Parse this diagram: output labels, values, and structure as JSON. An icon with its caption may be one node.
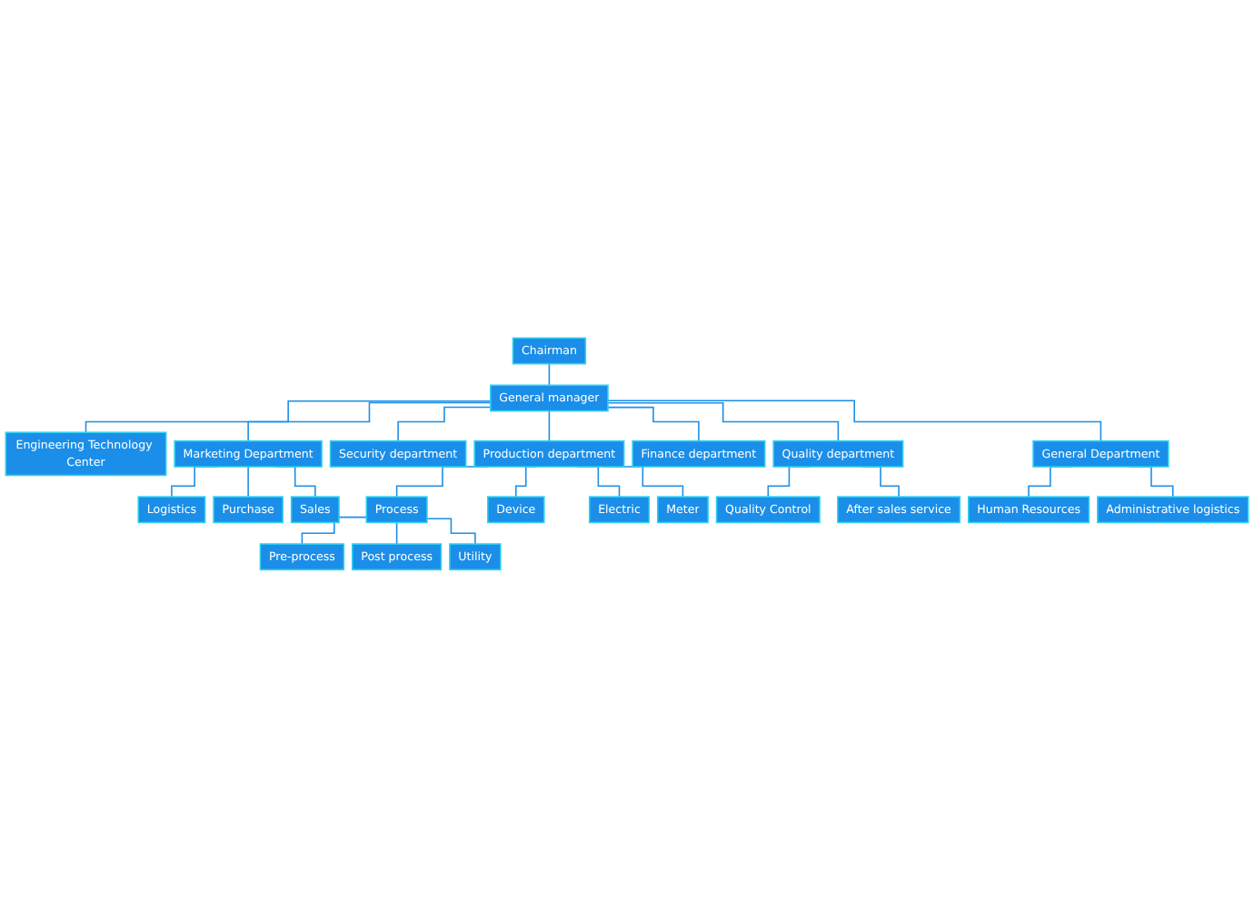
{
  "diagram": {
    "nodes": [
      {
        "text": [
          "Chairman"
        ]
      },
      {
        "text": [
          "General manager"
        ]
      },
      {
        "text": [
          "Engineering Technology Center"
        ]
      },
      {
        "text": [
          "Marketing Department"
        ]
      },
      {
        "text": [
          "Security department"
        ]
      },
      {
        "text": [
          "Production department"
        ]
      },
      {
        "text": [
          "Finance department"
        ]
      },
      {
        "text": [
          "Quality department"
        ]
      },
      {
        "text": [
          "General Department"
        ]
      },
      {
        "text": [
          "Logistics"
        ]
      },
      {
        "text": [
          "Purchase"
        ]
      },
      {
        "text": [
          "Sales"
        ]
      },
      {
        "text": [
          "Process"
        ]
      },
      {
        "text": [
          "Device"
        ]
      },
      {
        "text": [
          "Electric"
        ]
      },
      {
        "text": [
          "Meter"
        ]
      },
      {
        "text": [
          "Pre-process"
        ]
      },
      {
        "text": [
          "Post process"
        ]
      },
      {
        "text": [
          "Utility"
        ]
      },
      {
        "text": [
          "Quality Control"
        ]
      },
      {
        "text": [
          "After sales service"
        ]
      },
      {
        "text": [
          "Human Resources"
        ]
      },
      {
        "text": [
          "Administrative logistics"
        ]
      }
    ],
    "edges": [
      {
        "from": 0,
        "to": 1,
        "arrow": "none"
      },
      {
        "from": 1,
        "to": 2,
        "arrow": "none"
      },
      {
        "from": 1,
        "to": 3,
        "arrow": "none"
      },
      {
        "from": 1,
        "to": 4,
        "arrow": "none"
      },
      {
        "from": 1,
        "to": 5,
        "arrow": "none"
      },
      {
        "from": 1,
        "to": 6,
        "arrow": "none"
      },
      {
        "from": 1,
        "to": 7,
        "arrow": "none"
      },
      {
        "from": 1,
        "to": 8,
        "arrow": "none"
      },
      {
        "from": 3,
        "to": 9,
        "arrow": "none"
      },
      {
        "from": 3,
        "to": 10,
        "arrow": "none"
      },
      {
        "from": 3,
        "to": 11,
        "arrow": "none"
      },
      {
        "from": 5,
        "to": 12,
        "arrow": "none"
      },
      {
        "from": 5,
        "to": 13,
        "arrow": "none"
      },
      {
        "from": 5,
        "to": 14,
        "arrow": "none"
      },
      {
        "from": 5,
        "to": 15,
        "arrow": "none"
      },
      {
        "from": 12,
        "to": 16,
        "arrow": "none"
      },
      {
        "from": 12,
        "to": 17,
        "arrow": "none"
      },
      {
        "from": 12,
        "to": 18,
        "arrow": "none"
      },
      {
        "from": 7,
        "to": 19,
        "arrow": "none"
      },
      {
        "from": 7,
        "to": 20,
        "arrow": "none"
      },
      {
        "from": 8,
        "to": 21,
        "arrow": "none"
      },
      {
        "from": 8,
        "to": 22,
        "arrow": "none"
      }
    ]
  }
}
